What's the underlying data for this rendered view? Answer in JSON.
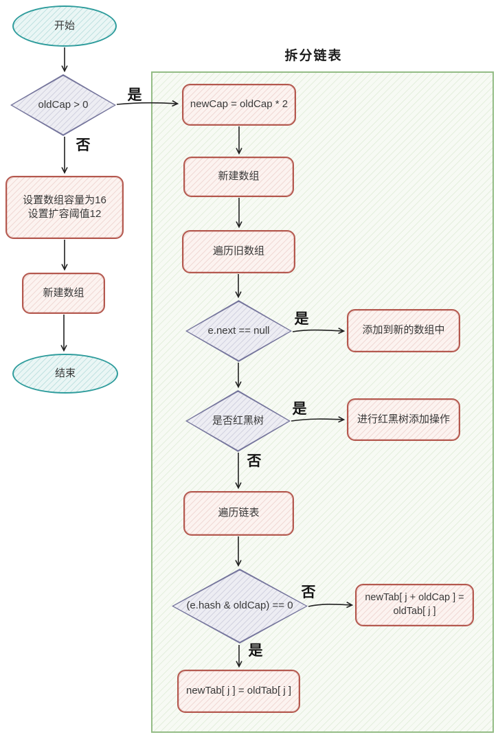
{
  "title": "拆分链表",
  "nodes": {
    "start": {
      "label": "开始",
      "type": "ellipse"
    },
    "cond_oldcap": {
      "label": "oldCap > 0",
      "type": "diamond"
    },
    "set_capacity": {
      "label": "设置数组容量为16\n设置扩容阈值12",
      "type": "process"
    },
    "new_array_left": {
      "label": "新建数组",
      "type": "process"
    },
    "end": {
      "label": "结束",
      "type": "ellipse"
    },
    "newcap": {
      "label": "newCap = oldCap * 2",
      "type": "process"
    },
    "new_array": {
      "label": "新建数组",
      "type": "process"
    },
    "iterate_old_array": {
      "label": "遍历旧数组",
      "type": "process"
    },
    "cond_enext": {
      "label": "e.next == null",
      "type": "diamond"
    },
    "add_to_new_array": {
      "label": "添加到新的数组中",
      "type": "process"
    },
    "cond_rbtree": {
      "label": "是否红黑树",
      "type": "diamond"
    },
    "rbtree_add": {
      "label": "进行红黑树添加操作",
      "type": "process"
    },
    "iterate_list": {
      "label": "遍历链表",
      "type": "process"
    },
    "cond_hash": {
      "label": "(e.hash & oldCap) == 0",
      "type": "diamond"
    },
    "newtab_offset": {
      "label": "newTab[ j + oldCap ] =\noldTab[ j ]",
      "type": "process"
    },
    "newtab_same": {
      "label": "newTab[ j ] = oldTab[ j ]",
      "type": "process"
    }
  },
  "edge_labels": {
    "oldcap_yes": "是",
    "oldcap_no": "否",
    "enext_yes": "是",
    "rbtree_yes": "是",
    "rbtree_no": "否",
    "hash_no": "否",
    "hash_yes": "是"
  },
  "colors": {
    "ellipse_border": "#2e9c9c",
    "diamond_border": "#75759c",
    "process_border": "#b4584e",
    "group_border": "#93bc85",
    "arrow": "#202020",
    "text": "#383838"
  }
}
